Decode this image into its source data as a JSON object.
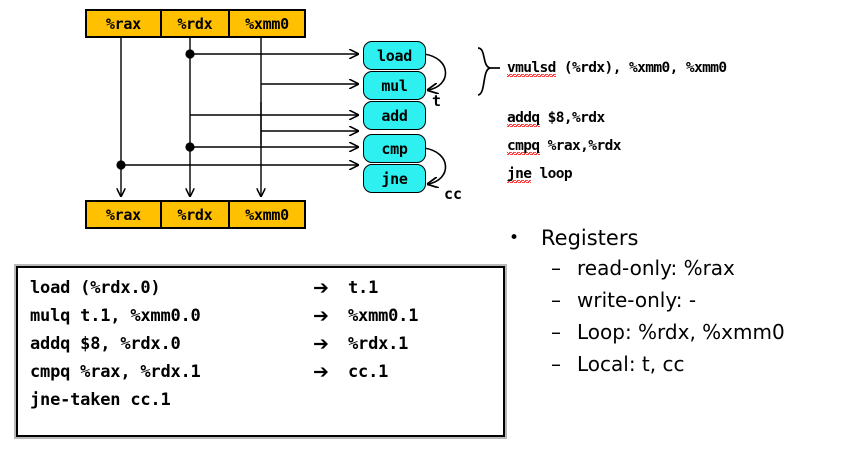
{
  "registers_top": {
    "cells": [
      "%rax",
      "%rdx",
      "%xmm0"
    ]
  },
  "registers_bottom": {
    "cells": [
      "%rax",
      "%rdx",
      "%xmm0"
    ]
  },
  "operations": [
    {
      "label": "load"
    },
    {
      "label": "mul"
    },
    {
      "label": "add"
    },
    {
      "label": "cmp"
    },
    {
      "label": "jne"
    }
  ],
  "arc_labels": {
    "t": "t",
    "cc": "cc"
  },
  "assembly": [
    {
      "text": "vmulsd (%rdx), %xmm0, %xmm0",
      "misspelled": "vmulsd"
    },
    {
      "text": "addq $8,%rdx",
      "misspelled": "addq"
    },
    {
      "text": "cmpq %rax,%rdx",
      "misspelled": "cmpq"
    },
    {
      "text": "jne loop",
      "misspelled": "jne"
    }
  ],
  "code_box": {
    "lines": [
      {
        "op": "load (%rdx.0)",
        "arrow": "➔",
        "result": "t.1"
      },
      {
        "op": "mulq t.1, %xmm0.0",
        "arrow": "➔",
        "result": "%xmm0.1"
      },
      {
        "op": "addq $8, %rdx.0",
        "arrow": "➔",
        "result": "%rdx.1"
      },
      {
        "op": "cmpq %rax, %rdx.1",
        "arrow": "➔",
        "result": "cc.1"
      },
      {
        "op": "jne-taken cc.1",
        "arrow": "",
        "result": ""
      }
    ]
  },
  "notes": {
    "bullet_glyph": "•",
    "dash_glyph": "–",
    "title": "Registers",
    "items": [
      "read-only: %rax",
      "write-only: -",
      "Loop: %rdx, %xmm0",
      "Local: t, cc"
    ]
  },
  "colors": {
    "register_fill": "#FFC000",
    "operation_fill": "#2EF0F0",
    "stroke": "#000000",
    "spellcheck_underline": "#FF0000"
  }
}
